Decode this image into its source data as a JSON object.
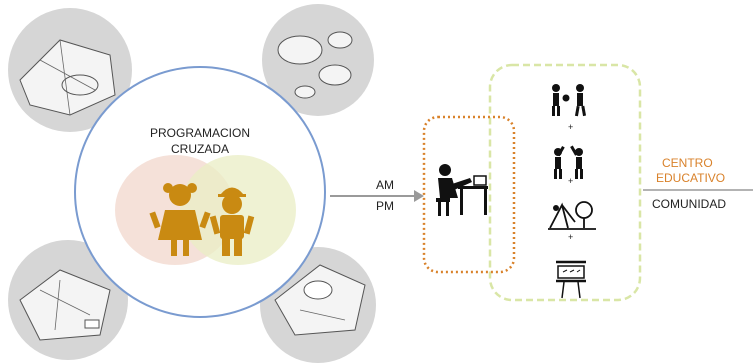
{
  "center": {
    "line1": "PROGRAMACION",
    "line2": "CRUZADA"
  },
  "arrow": {
    "am": "AM",
    "pm": "PM"
  },
  "right": {
    "centro_line1": "CENTRO",
    "centro_line2": "EDUCATIVO",
    "comunidad": "COMUNIDAD"
  },
  "plus_sign": "+",
  "colors": {
    "circle_border": "#7a9bd0",
    "orange": "#d9822b",
    "gold": "#c98a12",
    "green_dash": "#d9e6a6",
    "pink_blob": "#f3dcd2",
    "green_blob": "#eaeec4",
    "gray_bubble": "#d6d6d6"
  },
  "icons": [
    "teacher-at-desk-icon",
    "playing-kids-icon",
    "high-five-kids-icon",
    "playground-icon",
    "blackboard-icon"
  ]
}
